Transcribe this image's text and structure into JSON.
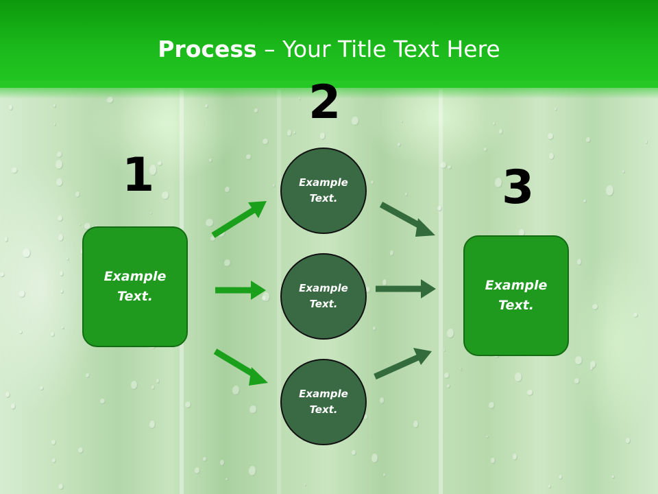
{
  "slide": {
    "title_bold": "Process",
    "title_rest": " – Your Title Text Here",
    "steps": {
      "one": {
        "number": "1",
        "label": "Example\nText."
      },
      "two": {
        "number": "2"
      },
      "three": {
        "number": "3",
        "label": "Example\nText."
      }
    },
    "circles": [
      {
        "label": "Example\nText."
      },
      {
        "label": "Example\nText."
      },
      {
        "label": "Example\nText."
      }
    ]
  },
  "colors": {
    "header": "#1bb91b",
    "box_fill": "#1f9a1f",
    "circle_fill": "#3a6a43",
    "arrow_bright": "#1aa01a",
    "arrow_dark": "#336b3d"
  }
}
